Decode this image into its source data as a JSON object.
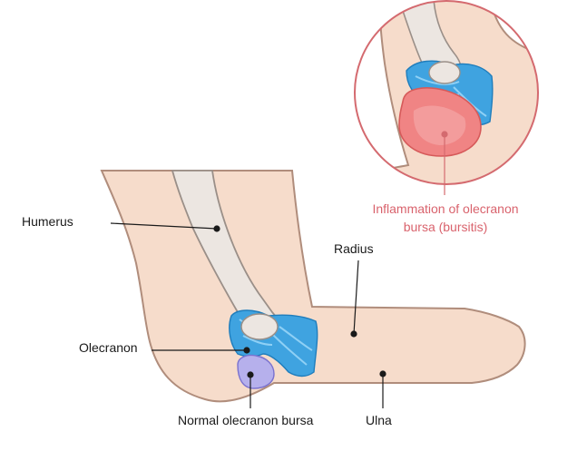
{
  "labels": {
    "humerus": "Humerus",
    "radius": "Radius",
    "olecranon": "Olecranon",
    "normal_bursa": "Normal olecranon bursa",
    "ulna": "Ulna",
    "inflammation_line1": "Inflammation of olecranon",
    "inflammation_line2": "bursa (bursitis)"
  },
  "colors": {
    "skin": "#f6dccb",
    "skin_outline": "#b08d7c",
    "bone": "#ece6e1",
    "bone_outline": "#9a8f88",
    "ligament": "#3fa3e0",
    "ligament_light": "#8fd0f5",
    "bursa_normal": "#b6b0ec",
    "bursa_inflamed": "#f08484",
    "inset_ring": "#d46a6f",
    "pointer": "#1a1a1a"
  }
}
